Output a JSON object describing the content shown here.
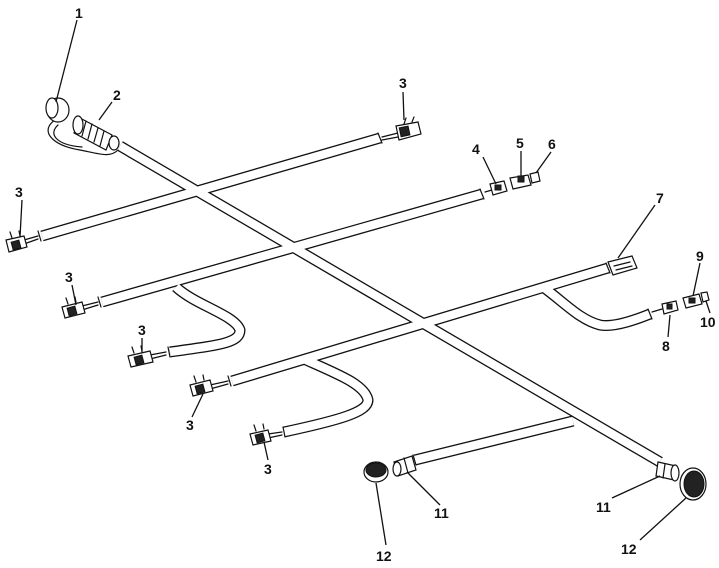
{
  "callouts": {
    "c1": "1",
    "c2": "2",
    "c3a": "3",
    "c3b": "3",
    "c3c": "3",
    "c3d": "3",
    "c3e": "3",
    "c3f": "3",
    "c4": "4",
    "c5": "5",
    "c6": "6",
    "c7": "7",
    "c8": "8",
    "c9": "9",
    "c10": "10",
    "c11a": "11",
    "c11b": "11",
    "c12a": "12",
    "c12b": "12"
  }
}
